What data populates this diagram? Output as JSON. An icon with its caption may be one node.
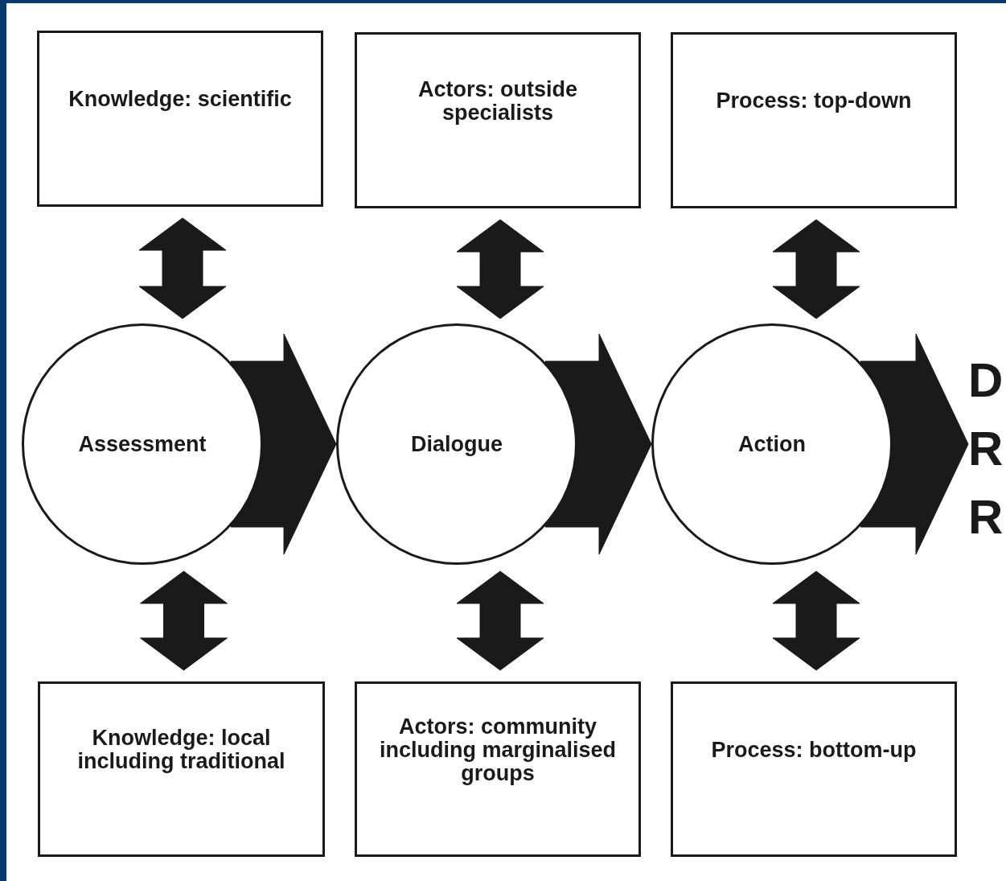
{
  "diagram": {
    "nodes": [
      {
        "text": [
          "Knowledge: scientific"
        ]
      },
      {
        "text": [
          "Actors: outside specialists"
        ]
      },
      {
        "text": [
          "Process: top-down"
        ]
      },
      {
        "text": [
          "Assessment"
        ]
      },
      {
        "text": [
          "Dialogue"
        ]
      },
      {
        "text": [
          "Action"
        ]
      },
      {
        "text": [
          "D R R"
        ]
      },
      {
        "text": [
          "Knowledge: local including traditional"
        ]
      },
      {
        "text": [
          "Actors: community including marginalised groups"
        ]
      },
      {
        "text": [
          "Process: bottom-up"
        ]
      }
    ],
    "edges": [
      {
        "from": 0,
        "to": 3,
        "arrow": "both",
        "style": "thick"
      },
      {
        "from": 1,
        "to": 4,
        "arrow": "both",
        "style": "thick"
      },
      {
        "from": 2,
        "to": 5,
        "arrow": "both",
        "style": "thick"
      },
      {
        "from": 3,
        "to": 4,
        "arrow": "to",
        "style": "thick"
      },
      {
        "from": 4,
        "to": 5,
        "arrow": "to",
        "style": "thick"
      },
      {
        "from": 5,
        "to": 6,
        "arrow": "to",
        "style": "thick"
      },
      {
        "from": 3,
        "to": 7,
        "arrow": "both",
        "style": "thick"
      },
      {
        "from": 4,
        "to": 8,
        "arrow": "both",
        "style": "thick"
      },
      {
        "from": 5,
        "to": 9,
        "arrow": "both",
        "style": "thick"
      }
    ]
  }
}
